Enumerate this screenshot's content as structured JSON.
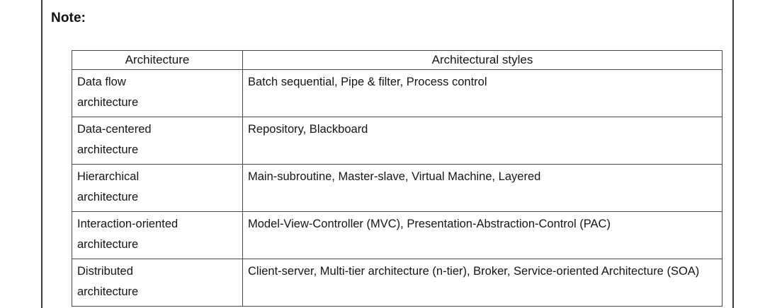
{
  "document": {
    "note_label": "Note:"
  },
  "table": {
    "headers": [
      "Architecture",
      "Architectural styles"
    ],
    "rows": [
      {
        "architecture": "Data flow architecture",
        "architecture_line1": "Data flow",
        "architecture_line2": "architecture",
        "styles": "Batch sequential, Pipe & filter, Process control",
        "justified": false
      },
      {
        "architecture": "Data-centered architecture",
        "architecture_line1": "Data-centered",
        "architecture_line2": "architecture",
        "styles": "Repository, Blackboard",
        "justified": false
      },
      {
        "architecture": "Hierarchical architecture",
        "architecture_line1": "Hierarchical",
        "architecture_line2": "architecture",
        "styles": "Main-subroutine, Master-slave, Virtual Machine, Layered",
        "justified": false
      },
      {
        "architecture": "Interaction-oriented architecture",
        "architecture_line1": "Interaction-oriented",
        "architecture_line2": "architecture",
        "styles": "Model-View-Controller (MVC), Presentation-Abstraction-Control (PAC)",
        "justified": true
      },
      {
        "architecture": "Distributed architecture",
        "architecture_line1": "Distributed",
        "architecture_line2": "architecture",
        "styles": "Client-server, Multi-tier architecture (n-tier), Broker, Service-oriented Architecture (SOA)",
        "justified": true
      }
    ]
  },
  "colors": {
    "text": "#151515",
    "border": "#4a4a4a",
    "page_rule": "#3a3a3a",
    "background": "#ffffff"
  }
}
